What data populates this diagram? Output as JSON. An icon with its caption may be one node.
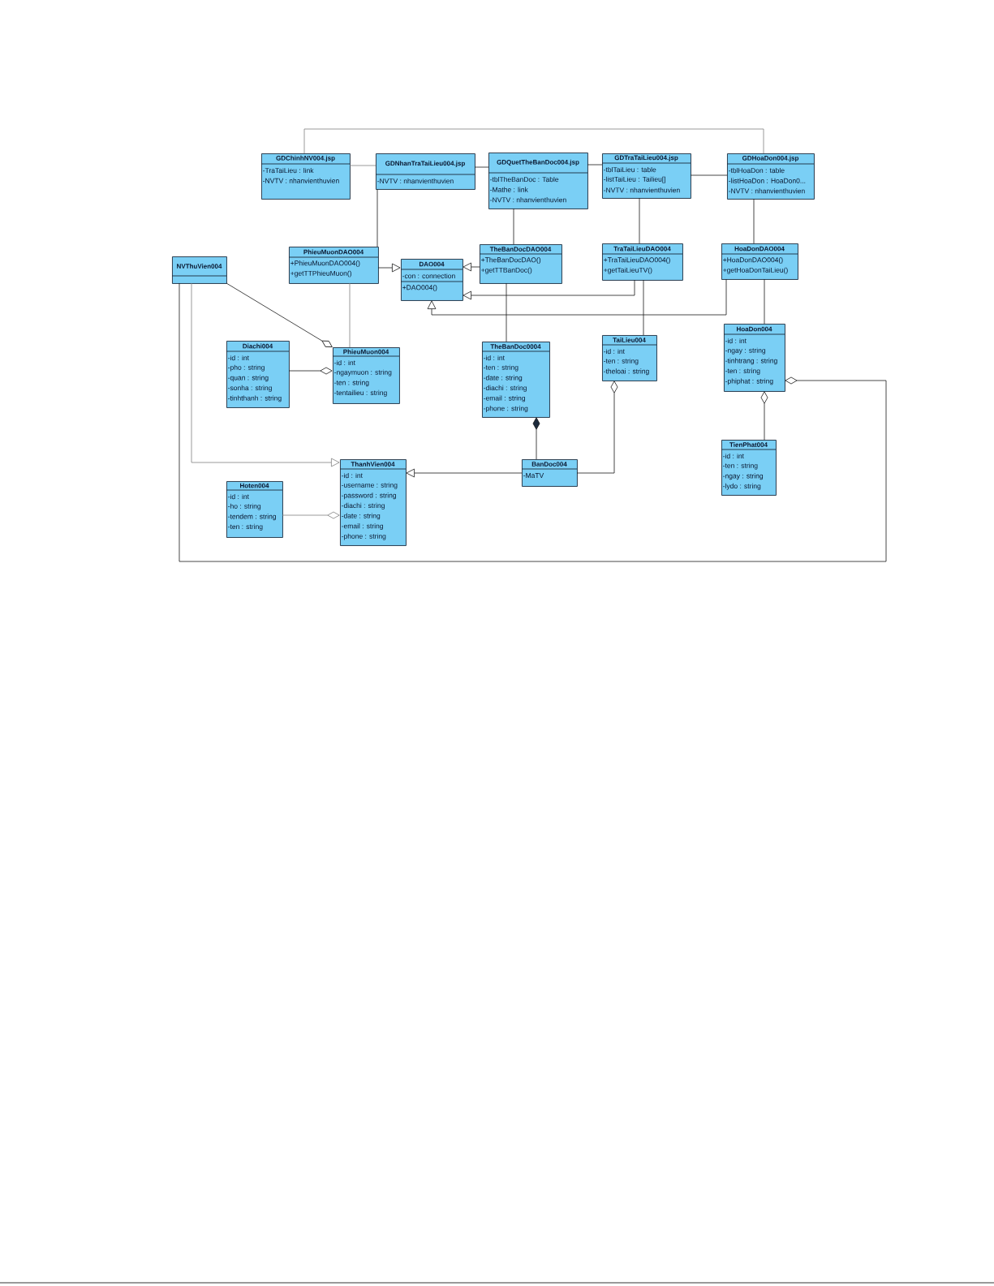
{
  "diagram": {
    "nodes": [
      {
        "text": [
          "GDChinhNV004.jsp",
          "-TraTaiLieu : link",
          "-NVTV : nhanvienthuvien"
        ]
      },
      {
        "text": [
          "GDNhanTraTaiLieu004.jsp",
          "-NVTV : nhanvienthuvien"
        ]
      },
      {
        "text": [
          "GDQuetTheBanDoc004.jsp",
          "-tblTheBanDoc : Table",
          "-Mathe : link",
          "-NVTV : nhanvienthuvien"
        ]
      },
      {
        "text": [
          "GDTraTaiLieu004.jsp",
          "-tblTaiLieu : table",
          "-listTaiLieu : Tailieu[]",
          "-NVTV : nhanvienthuvien"
        ]
      },
      {
        "text": [
          "GDHoaDon004.jsp",
          "-tblHoaDon : table",
          "-listHoaDon : HoaDon0...",
          "-NVTV : nhanvienthuvien"
        ]
      },
      {
        "text": [
          "NVThuVien004"
        ]
      },
      {
        "text": [
          "PhieuMuonDAO004",
          "+PhieuMuonDAO004()",
          "+getTTPhieuMuon()"
        ]
      },
      {
        "text": [
          "DAO004",
          "-con : connection",
          "+DAO004()"
        ]
      },
      {
        "text": [
          "TheBanDocDAO004",
          "+TheBanDocDAO()",
          "+getTTBanDoc()"
        ]
      },
      {
        "text": [
          "TraTaiLieuDAO004",
          "+TraTaiLieuDAO004()",
          "+getTaiLieuTV()"
        ]
      },
      {
        "text": [
          "HoaDonDAO004",
          "+HoaDonDAO004()",
          "+getHoaDonTaiLieu()"
        ]
      },
      {
        "text": [
          "Diachi004",
          "-id : int",
          "-pho : string",
          "-quan : string",
          "-sonha : string",
          "-tinhthanh : string"
        ]
      },
      {
        "text": [
          "PhieuMuon004",
          "-id : int",
          "-ngaymuon : string",
          "-ten : string",
          "-tentailieu : string"
        ]
      },
      {
        "text": [
          "TheBanDoc0004",
          "-id : int",
          "-ten : string",
          "-date : string",
          "-diachi : string",
          "-email : string",
          "-phone : string"
        ]
      },
      {
        "text": [
          "TaiLieu004",
          "-id : int",
          "-ten : string",
          "-theloai : string"
        ]
      },
      {
        "text": [
          "HoaDon004",
          "-id : int",
          "-ngay : string",
          "-tinhtrang : string",
          "-ten : string",
          "-phiphat : string"
        ]
      },
      {
        "text": [
          "Hoten004",
          "-id : int",
          "-ho : string",
          "-tendem : string",
          "-ten : string"
        ]
      },
      {
        "text": [
          "ThanhVien004",
          "-id : int",
          "-username : string",
          "-password : string",
          "-diachi : string",
          "-date : string",
          "-email : string",
          "-phone : string"
        ]
      },
      {
        "text": [
          "BanDoc004",
          "-MaTV"
        ]
      },
      {
        "text": [
          "TienPhat004",
          "-id : int",
          "-ten : string",
          "-ngay : string",
          "-lydo : string"
        ]
      }
    ],
    "edges": [
      {
        "from": 0,
        "to": 4,
        "arrow": "none",
        "color": "#808080"
      },
      {
        "from": 0,
        "to": 1,
        "arrow": "none",
        "color": "#808080"
      },
      {
        "from": 1,
        "to": 2,
        "arrow": "none"
      },
      {
        "from": 2,
        "to": 3,
        "arrow": "none"
      },
      {
        "from": 3,
        "to": 4,
        "arrow": "none"
      },
      {
        "from": 1,
        "to": 6,
        "arrow": "none"
      },
      {
        "from": 2,
        "to": 8,
        "arrow": "none"
      },
      {
        "from": 3,
        "to": 9,
        "arrow": "none"
      },
      {
        "from": 4,
        "to": 10,
        "arrow": "none"
      },
      {
        "from": 6,
        "to": 7,
        "arrow": "to"
      },
      {
        "from": 8,
        "to": 7,
        "arrow": "to"
      },
      {
        "from": 9,
        "to": 7,
        "arrow": "to"
      },
      {
        "from": 10,
        "to": 7,
        "arrow": "to"
      },
      {
        "from": 6,
        "to": 12,
        "arrow": "none",
        "color": "#808080"
      },
      {
        "from": 8,
        "to": 13,
        "arrow": "none"
      },
      {
        "from": 9,
        "to": 14,
        "arrow": "none"
      },
      {
        "from": 10,
        "to": 15,
        "arrow": "none"
      },
      {
        "from": 5,
        "to": 12,
        "arrow": "other"
      },
      {
        "from": 11,
        "to": 12,
        "arrow": "other"
      },
      {
        "from": 19,
        "to": 15,
        "arrow": "other"
      },
      {
        "from": 5,
        "to": 15,
        "arrow": "other"
      },
      {
        "from": 5,
        "to": 17,
        "arrow": "to",
        "color": "#808080"
      },
      {
        "from": 18,
        "to": 13,
        "arrow": "other"
      },
      {
        "from": 18,
        "to": 17,
        "arrow": "to"
      },
      {
        "from": 18,
        "to": 14,
        "arrow": "other"
      },
      {
        "from": 16,
        "to": 17,
        "arrow": "other",
        "color": "#808080"
      }
    ]
  }
}
